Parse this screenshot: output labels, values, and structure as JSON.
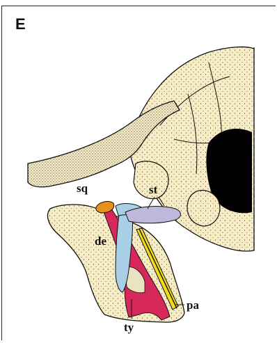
{
  "panel": {
    "letter": "E"
  },
  "labels": {
    "sq": "sq",
    "st": "st",
    "de": "de",
    "ty": "ty",
    "pa": "pa"
  },
  "colors": {
    "bone": "#f7ecc4",
    "outline": "#111111",
    "stipple": "#3a3a3a",
    "squamosal": "#e8901c",
    "dentary_facet": "#d6285a",
    "tympanic": "#a9cfe6",
    "stapes_process": "#bdb9dd",
    "paroccipital_band": "#f2dc1a",
    "cavity": "#000000",
    "inner_fill": "#e9e3c0"
  }
}
